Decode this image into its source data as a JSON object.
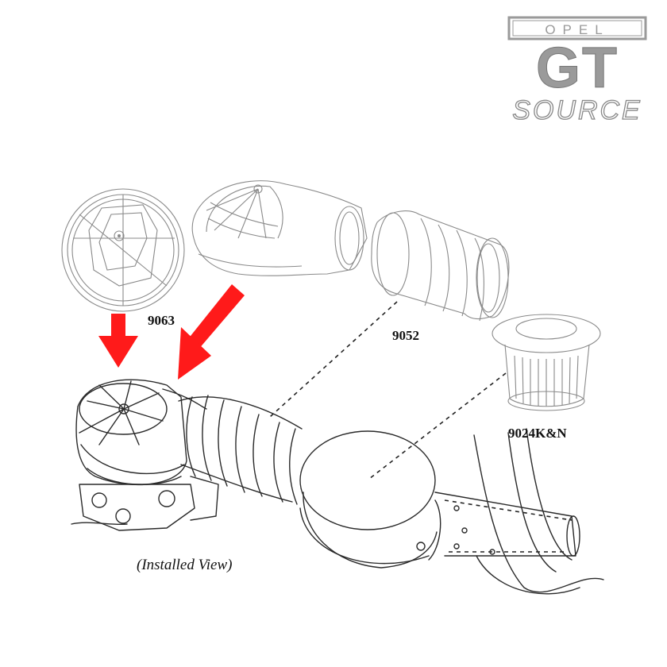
{
  "logo": {
    "line1": "OPEL",
    "line2": "GT",
    "line3": "SOURCE"
  },
  "parts": {
    "p9063": "9063",
    "p9052": "9052",
    "p9024": "9024K&N"
  },
  "caption": "(Installed View)",
  "colors": {
    "arrow": "#ff1a1a",
    "ink": "#2a2a2a",
    "logo": "#9a9a9a"
  }
}
